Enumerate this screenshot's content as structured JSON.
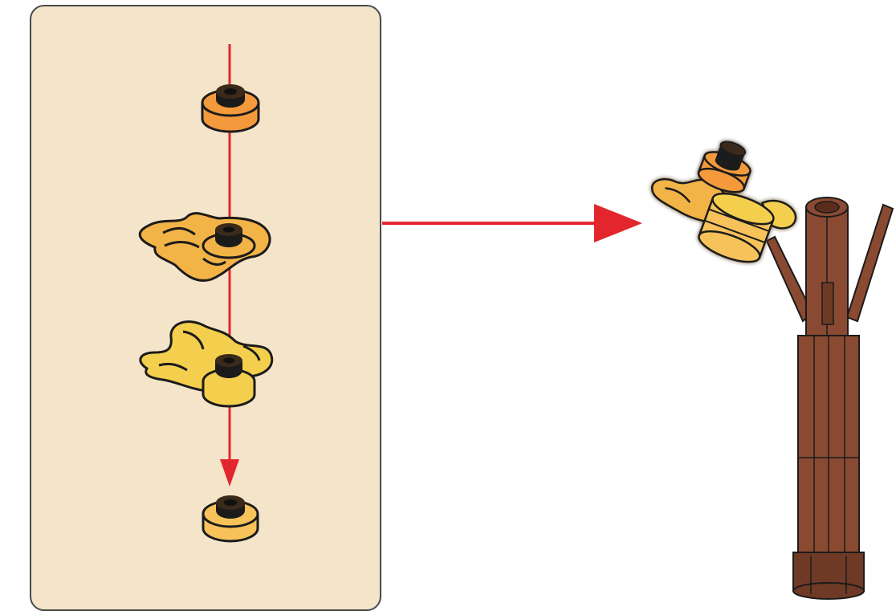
{
  "title": "",
  "panel": {
    "background": "#f4e4c9",
    "border": "#4a4a4a"
  },
  "colors": {
    "arrow": "#e3262d",
    "outline": "#1b1b1b",
    "orange_plate": "#f49a3c",
    "light_orange_plate": "#f7c25a",
    "yellow_leaf": "#f4cf4e",
    "orange_leaf": "#f2b347",
    "tree_brown": "#8a4a32",
    "tree_shadow": "#6e3a26",
    "highlight_glow": "#e14a3a"
  },
  "parts": [
    {
      "id": "round-plate-1x1-orange",
      "icon": "round-plate-icon"
    },
    {
      "id": "leaf-plate-orange",
      "icon": "leaf-plate-icon"
    },
    {
      "id": "leaf-plate-yellow",
      "icon": "leaf-plate-icon"
    },
    {
      "id": "round-plate-1x1-light-orange",
      "icon": "round-plate-icon"
    }
  ],
  "arrows": {
    "stack_arrow": "down-arrow-icon",
    "transfer_arrow": "right-arrow-icon"
  },
  "result": {
    "icon": "brown-tree-trunk-icon",
    "attachment_icon": "leaf-stack-icon"
  }
}
